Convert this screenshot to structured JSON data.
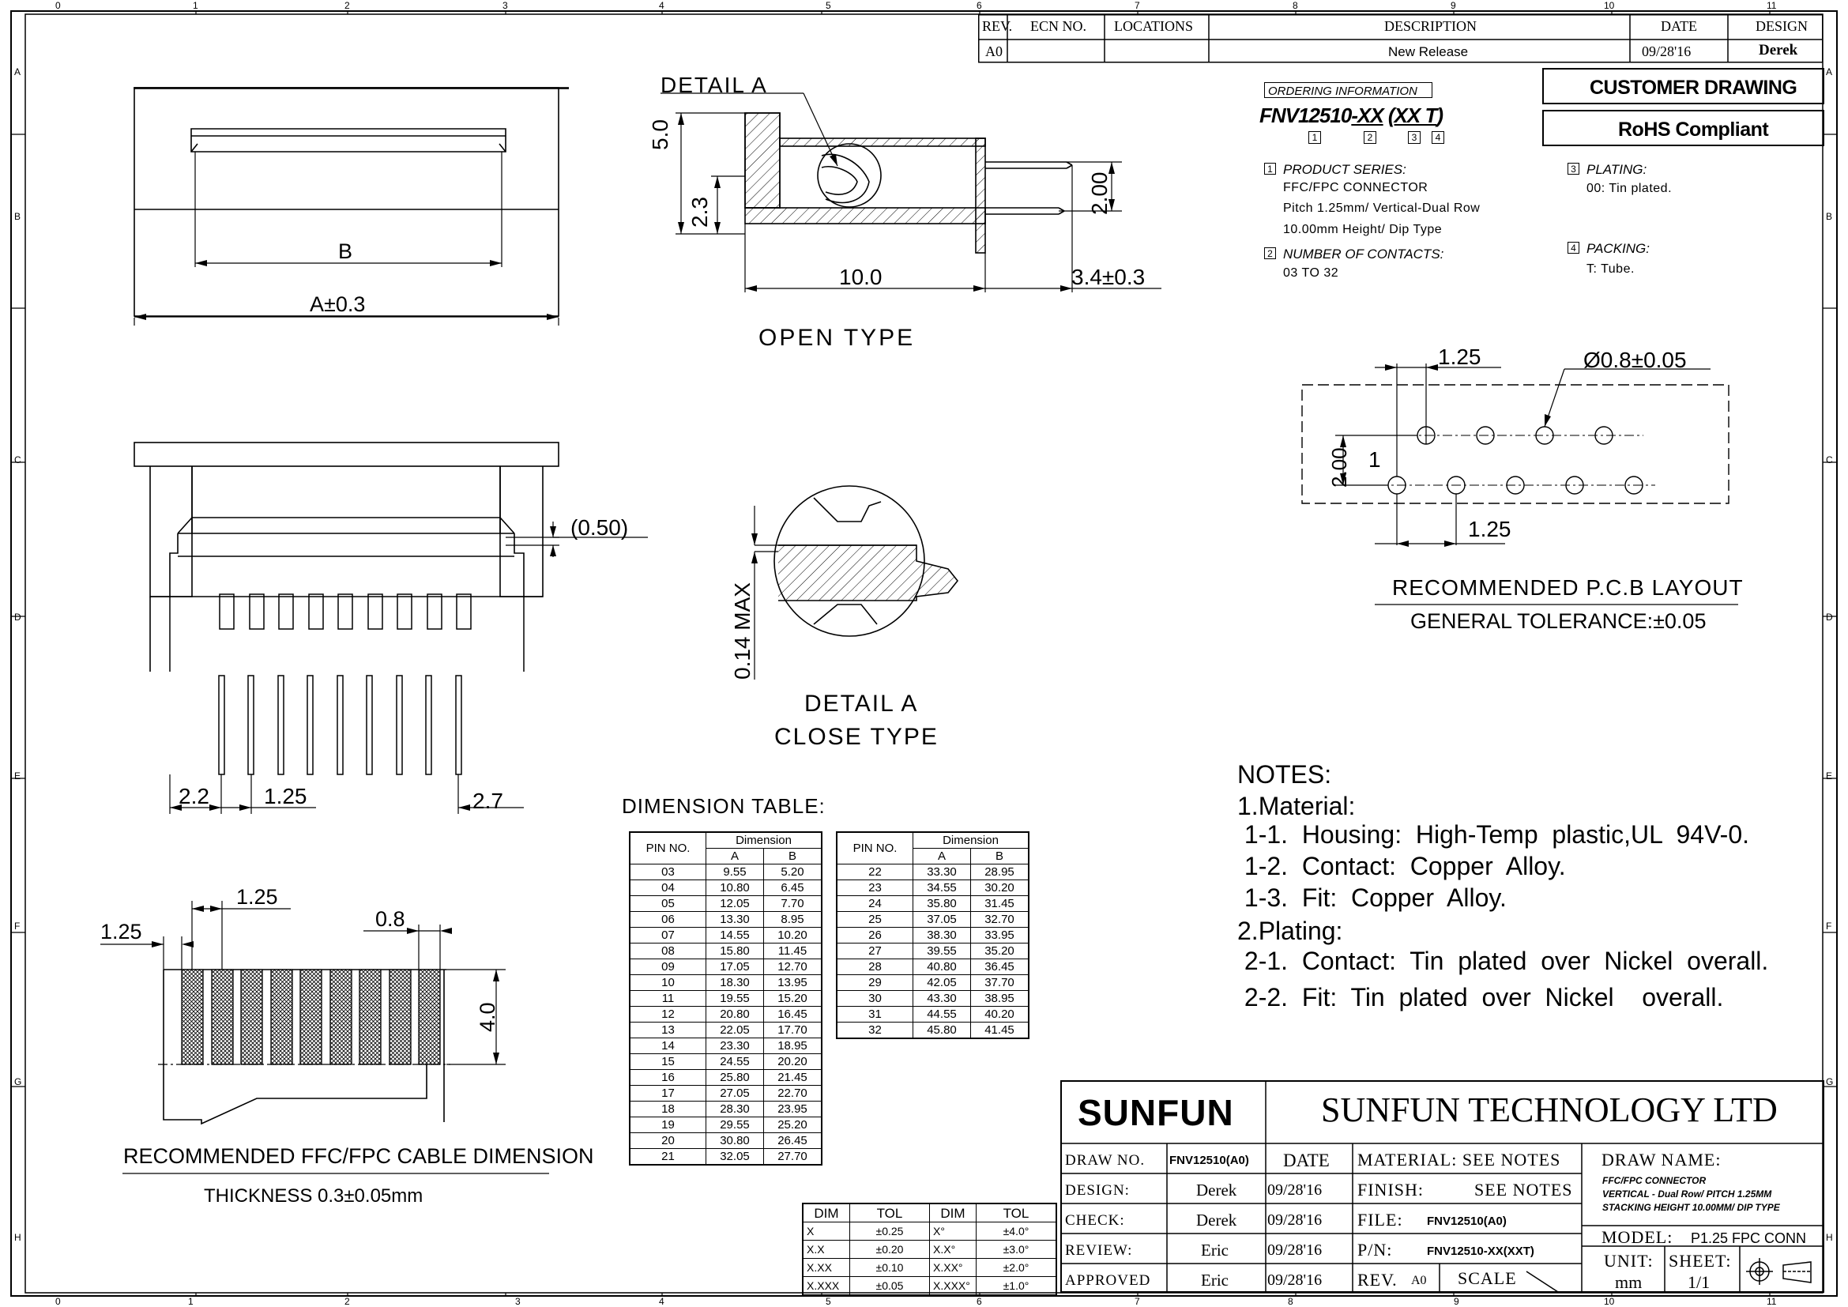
{
  "border": {
    "top_cols": [
      "0",
      "1",
      "2",
      "3",
      "4",
      "5",
      "6",
      "7",
      "8",
      "9",
      "10",
      "11"
    ],
    "bottom_cols": [
      "0",
      "1",
      "2",
      "3",
      "4",
      "5",
      "6",
      "7",
      "8",
      "9",
      "10",
      "11"
    ],
    "left_rows": [
      "A",
      "B",
      "C",
      "D",
      "E",
      "F",
      "G",
      "H"
    ],
    "right_rows": [
      "A",
      "B",
      "C",
      "D",
      "E",
      "F",
      "G",
      "H"
    ]
  },
  "revision": {
    "headers": {
      "rev": "REV.",
      "ecn": "ECN NO.",
      "locations": "LOCATIONS",
      "description": "DESCRIPTION",
      "date": "DATE",
      "design": "DESIGN"
    },
    "row": {
      "rev": "A0",
      "ecn": "",
      "locations": "",
      "description": "New Release",
      "date": "09/28'16",
      "design": "Derek"
    }
  },
  "badges": {
    "customer": "CUSTOMER DRAWING",
    "rohs": "RoHS Compliant"
  },
  "ordering": {
    "title": "ORDERING INFORMATION",
    "part_prefix": "FNV12510",
    "part_xx": "-XX",
    "part_paren_open": " (",
    "part_xxt": "XX T",
    "part_paren_close": ")",
    "markers": [
      "1",
      "2",
      "3",
      "4"
    ],
    "product_series_label": "PRODUCT SERIES:",
    "product_lines": [
      "FFC/FPC CONNECTOR",
      "Pitch 1.25mm/ Vertical-Dual Row",
      "10.00mm Height/ Dip Type"
    ],
    "contacts_label": "NUMBER OF CONTACTS:",
    "contacts_value": "03 TO 32",
    "plating_label": "PLATING:",
    "plating_value": "00:  Tin plated.",
    "packing_label": "PACKING:",
    "packing_value": "T:  Tube."
  },
  "views": {
    "top_b": "B",
    "top_a": "A±0.3",
    "detail_a_title": "DETAIL A",
    "dim_5_0": "5.0",
    "dim_2_3": "2.3",
    "dim_2_00": "2.00",
    "dim_10_0": "10.0",
    "dim_3_4": "3.4±0.3",
    "open_type": "OPEN TYPE",
    "dim_0_50": "(0.50)",
    "dim_2_2": "2.2",
    "dim_1_25a": "1.25",
    "dim_2_7": "2.7",
    "dim_0_14": "0.14 MAX",
    "detail_a2": "DETAIL A",
    "close_type": "CLOSE TYPE",
    "pcb_1_25_top": "1.25",
    "pcb_phi": "Ø0.8±0.05",
    "pcb_2_00": "2.00",
    "pcb_1": "1",
    "pcb_1_25_bottom": "1.25",
    "pcb_title": "RECOMMENDED P.C.B LAYOUT",
    "pcb_tol": "GENERAL TOLERANCE:±0.05",
    "ffc_1_25_left": "1.25",
    "ffc_1_25_top": "1.25",
    "ffc_0_8": "0.8",
    "ffc_4_0": "4.0",
    "ffc_title": "RECOMMENDED FFC/FPC CABLE DIMENSION",
    "ffc_thickness": "THICKNESS 0.3±0.05mm"
  },
  "dimension_table": {
    "title": "DIMENSION TABLE:",
    "pin_header": "PIN NO.",
    "dim_header": "Dimension",
    "a_header": "A",
    "b_header": "B",
    "left_rows": [
      [
        "03",
        "9.55",
        "5.20"
      ],
      [
        "04",
        "10.80",
        "6.45"
      ],
      [
        "05",
        "12.05",
        "7.70"
      ],
      [
        "06",
        "13.30",
        "8.95"
      ],
      [
        "07",
        "14.55",
        "10.20"
      ],
      [
        "08",
        "15.80",
        "11.45"
      ],
      [
        "09",
        "17.05",
        "12.70"
      ],
      [
        "10",
        "18.30",
        "13.95"
      ],
      [
        "11",
        "19.55",
        "15.20"
      ],
      [
        "12",
        "20.80",
        "16.45"
      ],
      [
        "13",
        "22.05",
        "17.70"
      ],
      [
        "14",
        "23.30",
        "18.95"
      ],
      [
        "15",
        "24.55",
        "20.20"
      ],
      [
        "16",
        "25.80",
        "21.45"
      ],
      [
        "17",
        "27.05",
        "22.70"
      ],
      [
        "18",
        "28.30",
        "23.95"
      ],
      [
        "19",
        "29.55",
        "25.20"
      ],
      [
        "20",
        "30.80",
        "26.45"
      ],
      [
        "21",
        "32.05",
        "27.70"
      ]
    ],
    "right_rows": [
      [
        "22",
        "33.30",
        "28.95"
      ],
      [
        "23",
        "34.55",
        "30.20"
      ],
      [
        "24",
        "35.80",
        "31.45"
      ],
      [
        "25",
        "37.05",
        "32.70"
      ],
      [
        "26",
        "38.30",
        "33.95"
      ],
      [
        "27",
        "39.55",
        "35.20"
      ],
      [
        "28",
        "40.80",
        "36.45"
      ],
      [
        "29",
        "42.05",
        "37.70"
      ],
      [
        "30",
        "43.30",
        "38.95"
      ],
      [
        "31",
        "44.55",
        "40.20"
      ],
      [
        "32",
        "45.80",
        "41.45"
      ]
    ]
  },
  "notes": {
    "title": "NOTES:",
    "lines": [
      "1.Material:",
      " 1-1.  Housing:  High-Temp  plastic,UL  94V-0.",
      " 1-2.  Contact:  Copper  Alloy.",
      " 1-3.  Fit:  Copper  Alloy.",
      "2.Plating:",
      " 2-1.  Contact:  Tin  plated  over  Nickel  overall.",
      " 2-2.  Fit:  Tin  plated  over  Nickel    overall."
    ]
  },
  "tolerance_table": {
    "headers": [
      "DIM",
      "TOL",
      "DIM",
      "TOL"
    ],
    "rows": [
      [
        "X",
        "±0.25",
        "X°",
        "±4.0°"
      ],
      [
        "X.X",
        "±0.20",
        "X.X°",
        "±3.0°"
      ],
      [
        "X.XX",
        "±0.10",
        "X.XX°",
        "±2.0°"
      ],
      [
        "X.XXX",
        "±0.05",
        "X.XXX°",
        "±1.0°"
      ]
    ]
  },
  "title_block": {
    "logo": "SUNFUN",
    "company": "SUNFUN  TECHNOLOGY  LTD",
    "draw_no_label": "DRAW NO.",
    "draw_no_value": "FNV12510(A0)",
    "date_label": "DATE",
    "design_label": "DESIGN:",
    "design_value": "Derek",
    "design_date": "09/28'16",
    "check_label": "CHECK:",
    "check_value": "Derek",
    "check_date": "09/28'16",
    "review_label": "REVIEW:",
    "review_value": "Eric",
    "review_date": "09/28'16",
    "approved_label": "APPROVED",
    "approved_value": "Eric",
    "approved_date": "09/28'16",
    "material_label": "MATERIAL:  SEE NOTES",
    "finish_label": "FINISH:",
    "finish_value": "SEE  NOTES",
    "file_label": "FILE:",
    "file_value": "FNV12510(A0)",
    "pn_label": "P/N:",
    "pn_value": "FNV12510-XX(XXT)",
    "rev_label": "REV.",
    "rev_value": "A0",
    "scale_label": "SCALE",
    "draw_name_label": "DRAW NAME:",
    "draw_name_lines": [
      "FFC/FPC CONNECTOR",
      "VERTICAL  -  Dual Row/ PITCH 1.25MM",
      "STACKING HEIGHT 10.00MM/ DIP TYPE"
    ],
    "model_label": "MODEL:",
    "model_value": "P1.25 FPC CONN",
    "unit_label": "UNIT:",
    "unit_value": "mm",
    "sheet_label": "SHEET:",
    "sheet_value": "1/1"
  }
}
